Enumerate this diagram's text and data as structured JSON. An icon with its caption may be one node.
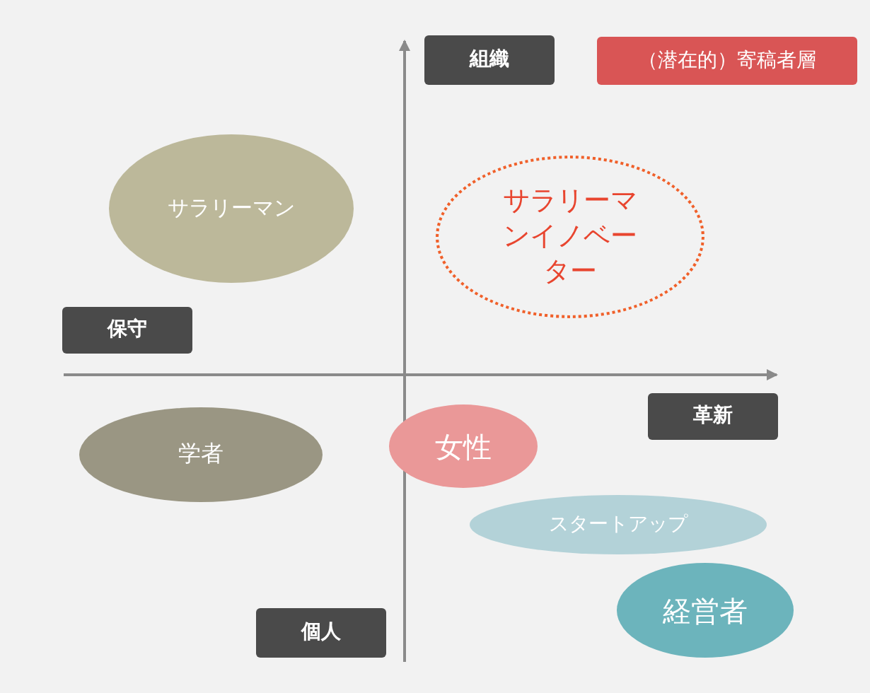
{
  "diagram": {
    "nodes": [
      {
        "text": [
          "組織"
        ]
      },
      {
        "text": [
          "（潜在的）寄稿者層"
        ]
      },
      {
        "text": [
          "サラリーマン"
        ]
      },
      {
        "text": [
          "サラリーマンイノベーター"
        ]
      },
      {
        "text": [
          "保守"
        ]
      },
      {
        "text": [
          "革新"
        ]
      },
      {
        "text": [
          "学者"
        ]
      },
      {
        "text": [
          "女性"
        ]
      },
      {
        "text": [
          "スタートアップ"
        ]
      },
      {
        "text": [
          "経営者"
        ]
      },
      {
        "text": [
          "個人"
        ]
      }
    ],
    "edges": []
  }
}
